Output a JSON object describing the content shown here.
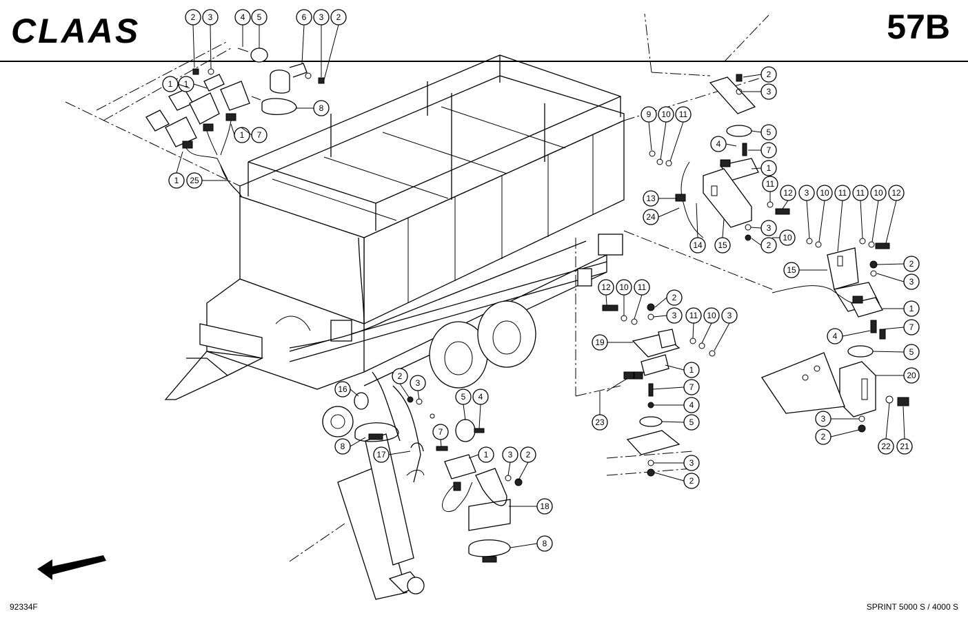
{
  "brand": {
    "name": "CLAAS"
  },
  "page_number": "57B",
  "drawing_number": "92334F",
  "model": "SPRINT 5000 S / 4000 S",
  "icons": {
    "direction": "direction-arrow-icon",
    "brand": "claas-logo-icon"
  },
  "callouts": [
    {
      "label": "2"
    },
    {
      "label": "3"
    },
    {
      "label": "4"
    },
    {
      "label": "5"
    },
    {
      "label": "6"
    },
    {
      "label": "3"
    },
    {
      "label": "2"
    },
    {
      "label": "1"
    },
    {
      "label": "1"
    },
    {
      "label": "8"
    },
    {
      "label": "7"
    },
    {
      "label": "1"
    },
    {
      "label": "1"
    },
    {
      "label": "25"
    },
    {
      "label": "9"
    },
    {
      "label": "10"
    },
    {
      "label": "11"
    },
    {
      "label": "13"
    },
    {
      "label": "24"
    },
    {
      "label": "14"
    },
    {
      "label": "15"
    },
    {
      "label": "2"
    },
    {
      "label": "3"
    },
    {
      "label": "5"
    },
    {
      "label": "4"
    },
    {
      "label": "7"
    },
    {
      "label": "1"
    },
    {
      "label": "11"
    },
    {
      "label": "12"
    },
    {
      "label": "3"
    },
    {
      "label": "10"
    },
    {
      "label": "11"
    },
    {
      "label": "11"
    },
    {
      "label": "10"
    },
    {
      "label": "12"
    },
    {
      "label": "3"
    },
    {
      "label": "2"
    },
    {
      "label": "10"
    },
    {
      "label": "15"
    },
    {
      "label": "2"
    },
    {
      "label": "3"
    },
    {
      "label": "1"
    },
    {
      "label": "7"
    },
    {
      "label": "4"
    },
    {
      "label": "5"
    },
    {
      "label": "20"
    },
    {
      "label": "3"
    },
    {
      "label": "2"
    },
    {
      "label": "22"
    },
    {
      "label": "21"
    },
    {
      "label": "12"
    },
    {
      "label": "10"
    },
    {
      "label": "11"
    },
    {
      "label": "2"
    },
    {
      "label": "3"
    },
    {
      "label": "11"
    },
    {
      "label": "10"
    },
    {
      "label": "3"
    },
    {
      "label": "19"
    },
    {
      "label": "1"
    },
    {
      "label": "7"
    },
    {
      "label": "4"
    },
    {
      "label": "5"
    },
    {
      "label": "23"
    },
    {
      "label": "3"
    },
    {
      "label": "2"
    },
    {
      "label": "16"
    },
    {
      "label": "2"
    },
    {
      "label": "3"
    },
    {
      "label": "5"
    },
    {
      "label": "4"
    },
    {
      "label": "8"
    },
    {
      "label": "17"
    },
    {
      "label": "7"
    },
    {
      "label": "1"
    },
    {
      "label": "3"
    },
    {
      "label": "2"
    },
    {
      "label": "18"
    },
    {
      "label": "8"
    }
  ]
}
